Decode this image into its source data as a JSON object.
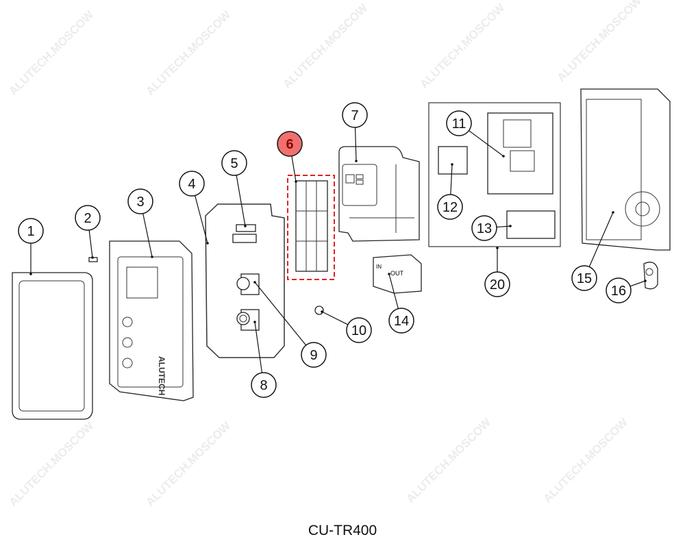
{
  "watermark": "ALUTECH.MOSCOW",
  "title": "CU-TR400",
  "brand_on_part": "ALUTECH",
  "switch_labels": {
    "in": "IN",
    "out": "OUT"
  },
  "highlight_color": "#f07070",
  "callouts": [
    {
      "id": "1",
      "label": "1"
    },
    {
      "id": "2",
      "label": "2"
    },
    {
      "id": "3",
      "label": "3"
    },
    {
      "id": "4",
      "label": "4"
    },
    {
      "id": "5",
      "label": "5"
    },
    {
      "id": "6",
      "label": "6",
      "highlighted": true
    },
    {
      "id": "7",
      "label": "7"
    },
    {
      "id": "8",
      "label": "8"
    },
    {
      "id": "9",
      "label": "9"
    },
    {
      "id": "10",
      "label": "10"
    },
    {
      "id": "11",
      "label": "11"
    },
    {
      "id": "12",
      "label": "12"
    },
    {
      "id": "13",
      "label": "13"
    },
    {
      "id": "14",
      "label": "14"
    },
    {
      "id": "15",
      "label": "15"
    },
    {
      "id": "16",
      "label": "16"
    },
    {
      "id": "20",
      "label": "20"
    }
  ]
}
